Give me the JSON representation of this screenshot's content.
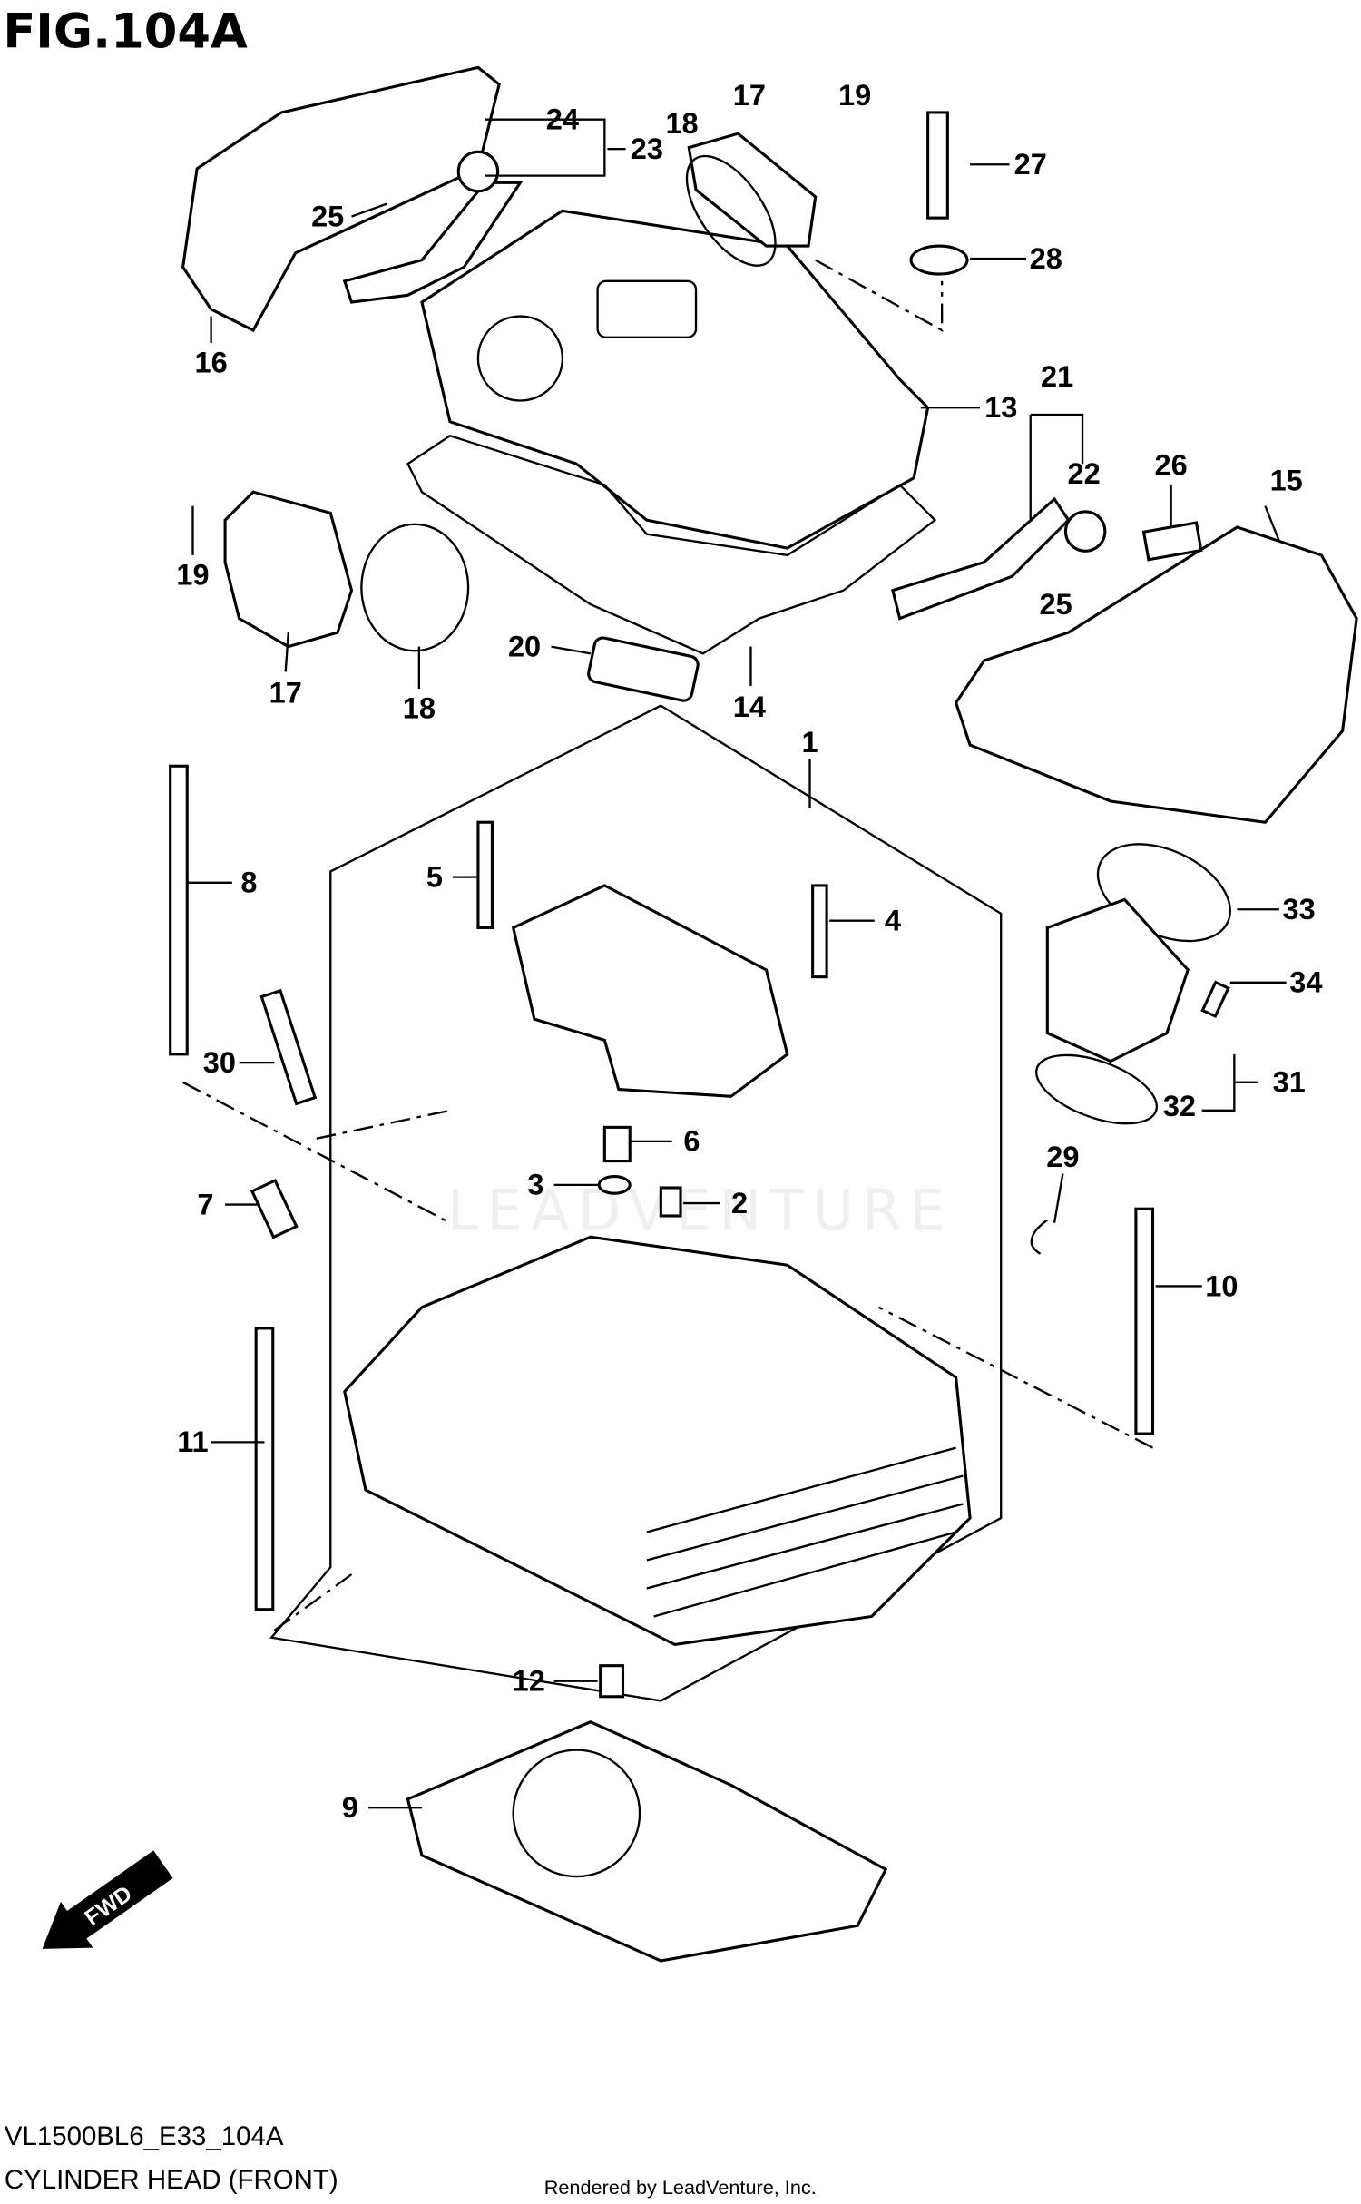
{
  "figure": {
    "title": "FIG.104A",
    "code": "VL1500BL6_E33_104A",
    "caption": "CYLINDER HEAD (FRONT)",
    "credit": "Rendered by LeadVenture, Inc.",
    "watermark": "LEADVENTURE",
    "fwd_label": "FWD"
  },
  "callouts": [
    "24",
    "23",
    "18",
    "17",
    "19",
    "27",
    "28",
    "25",
    "16",
    "13",
    "21",
    "22",
    "26",
    "15",
    "19",
    "25",
    "17",
    "18",
    "20",
    "14",
    "1",
    "8",
    "5",
    "4",
    "33",
    "34",
    "30",
    "31",
    "32",
    "6",
    "3",
    "2",
    "7",
    "29",
    "10",
    "11",
    "12",
    "9"
  ]
}
